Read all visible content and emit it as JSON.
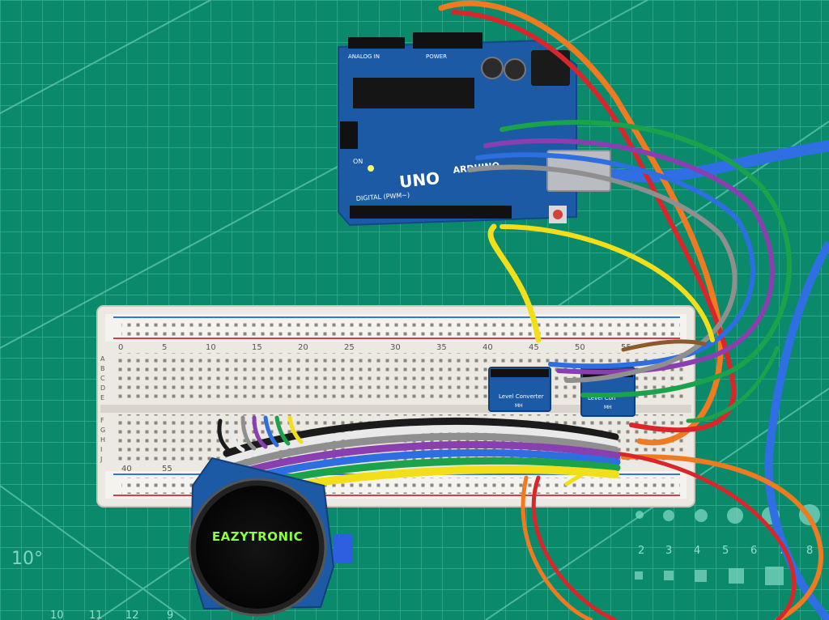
{
  "colors": {
    "mat": "#0b8a6b",
    "mat_grid": "#3fb39a",
    "board": "#1d5aa6",
    "breadboard": "#ece9e3",
    "display_text": "#8cff3a",
    "wire_orange": "#f07a1f",
    "wire_red": "#d8262b",
    "wire_green": "#1aa34a",
    "wire_purple": "#8a3fb0",
    "wire_blue": "#2d6ee0",
    "wire_yellow": "#f2df1a",
    "wire_gray": "#8f8f8f",
    "wire_white": "#e9e9e9",
    "wire_black": "#1b1b1b",
    "usb_cable": "#2f6fe3"
  },
  "arduino": {
    "brand": "ARDUINO",
    "model": "UNO",
    "on_label": "ON",
    "digital_label": "DIGITAL (PWM~)",
    "header_left": "ANALOG IN",
    "header_right": "POWER"
  },
  "breadboard": {
    "column_numbers": [
      "0",
      "5",
      "10",
      "15",
      "20",
      "25",
      "30",
      "35",
      "40",
      "45",
      "50",
      "55"
    ],
    "lower_numbers": [
      "40",
      "55"
    ],
    "row_letters_top": [
      "A",
      "B",
      "C",
      "D",
      "E"
    ],
    "row_letters_bottom": [
      "F",
      "G",
      "H",
      "I",
      "J"
    ]
  },
  "modules": {
    "level_converter_label": "Level Converter",
    "level_converter_sub": "MH",
    "second_module_label": "Level Con",
    "second_module_sub": "MH"
  },
  "display": {
    "text": "EAZYTRONIC"
  },
  "mat_markings": {
    "angle_label": "10°",
    "ruler_numbers": [
      "2",
      "3",
      "4",
      "5",
      "6",
      "7",
      "8",
      "9",
      "10",
      "11",
      "12"
    ]
  }
}
